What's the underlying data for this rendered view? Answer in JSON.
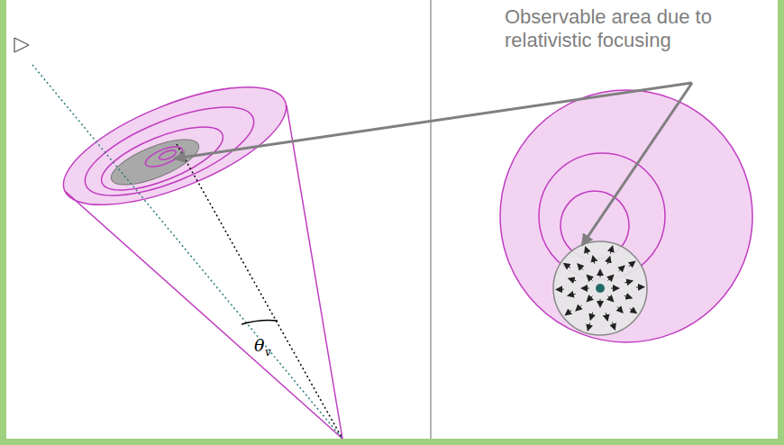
{
  "diagram": {
    "labels": [
      "Observable area due to relativistic focusing",
      "θ",
      "v"
    ]
  }
}
